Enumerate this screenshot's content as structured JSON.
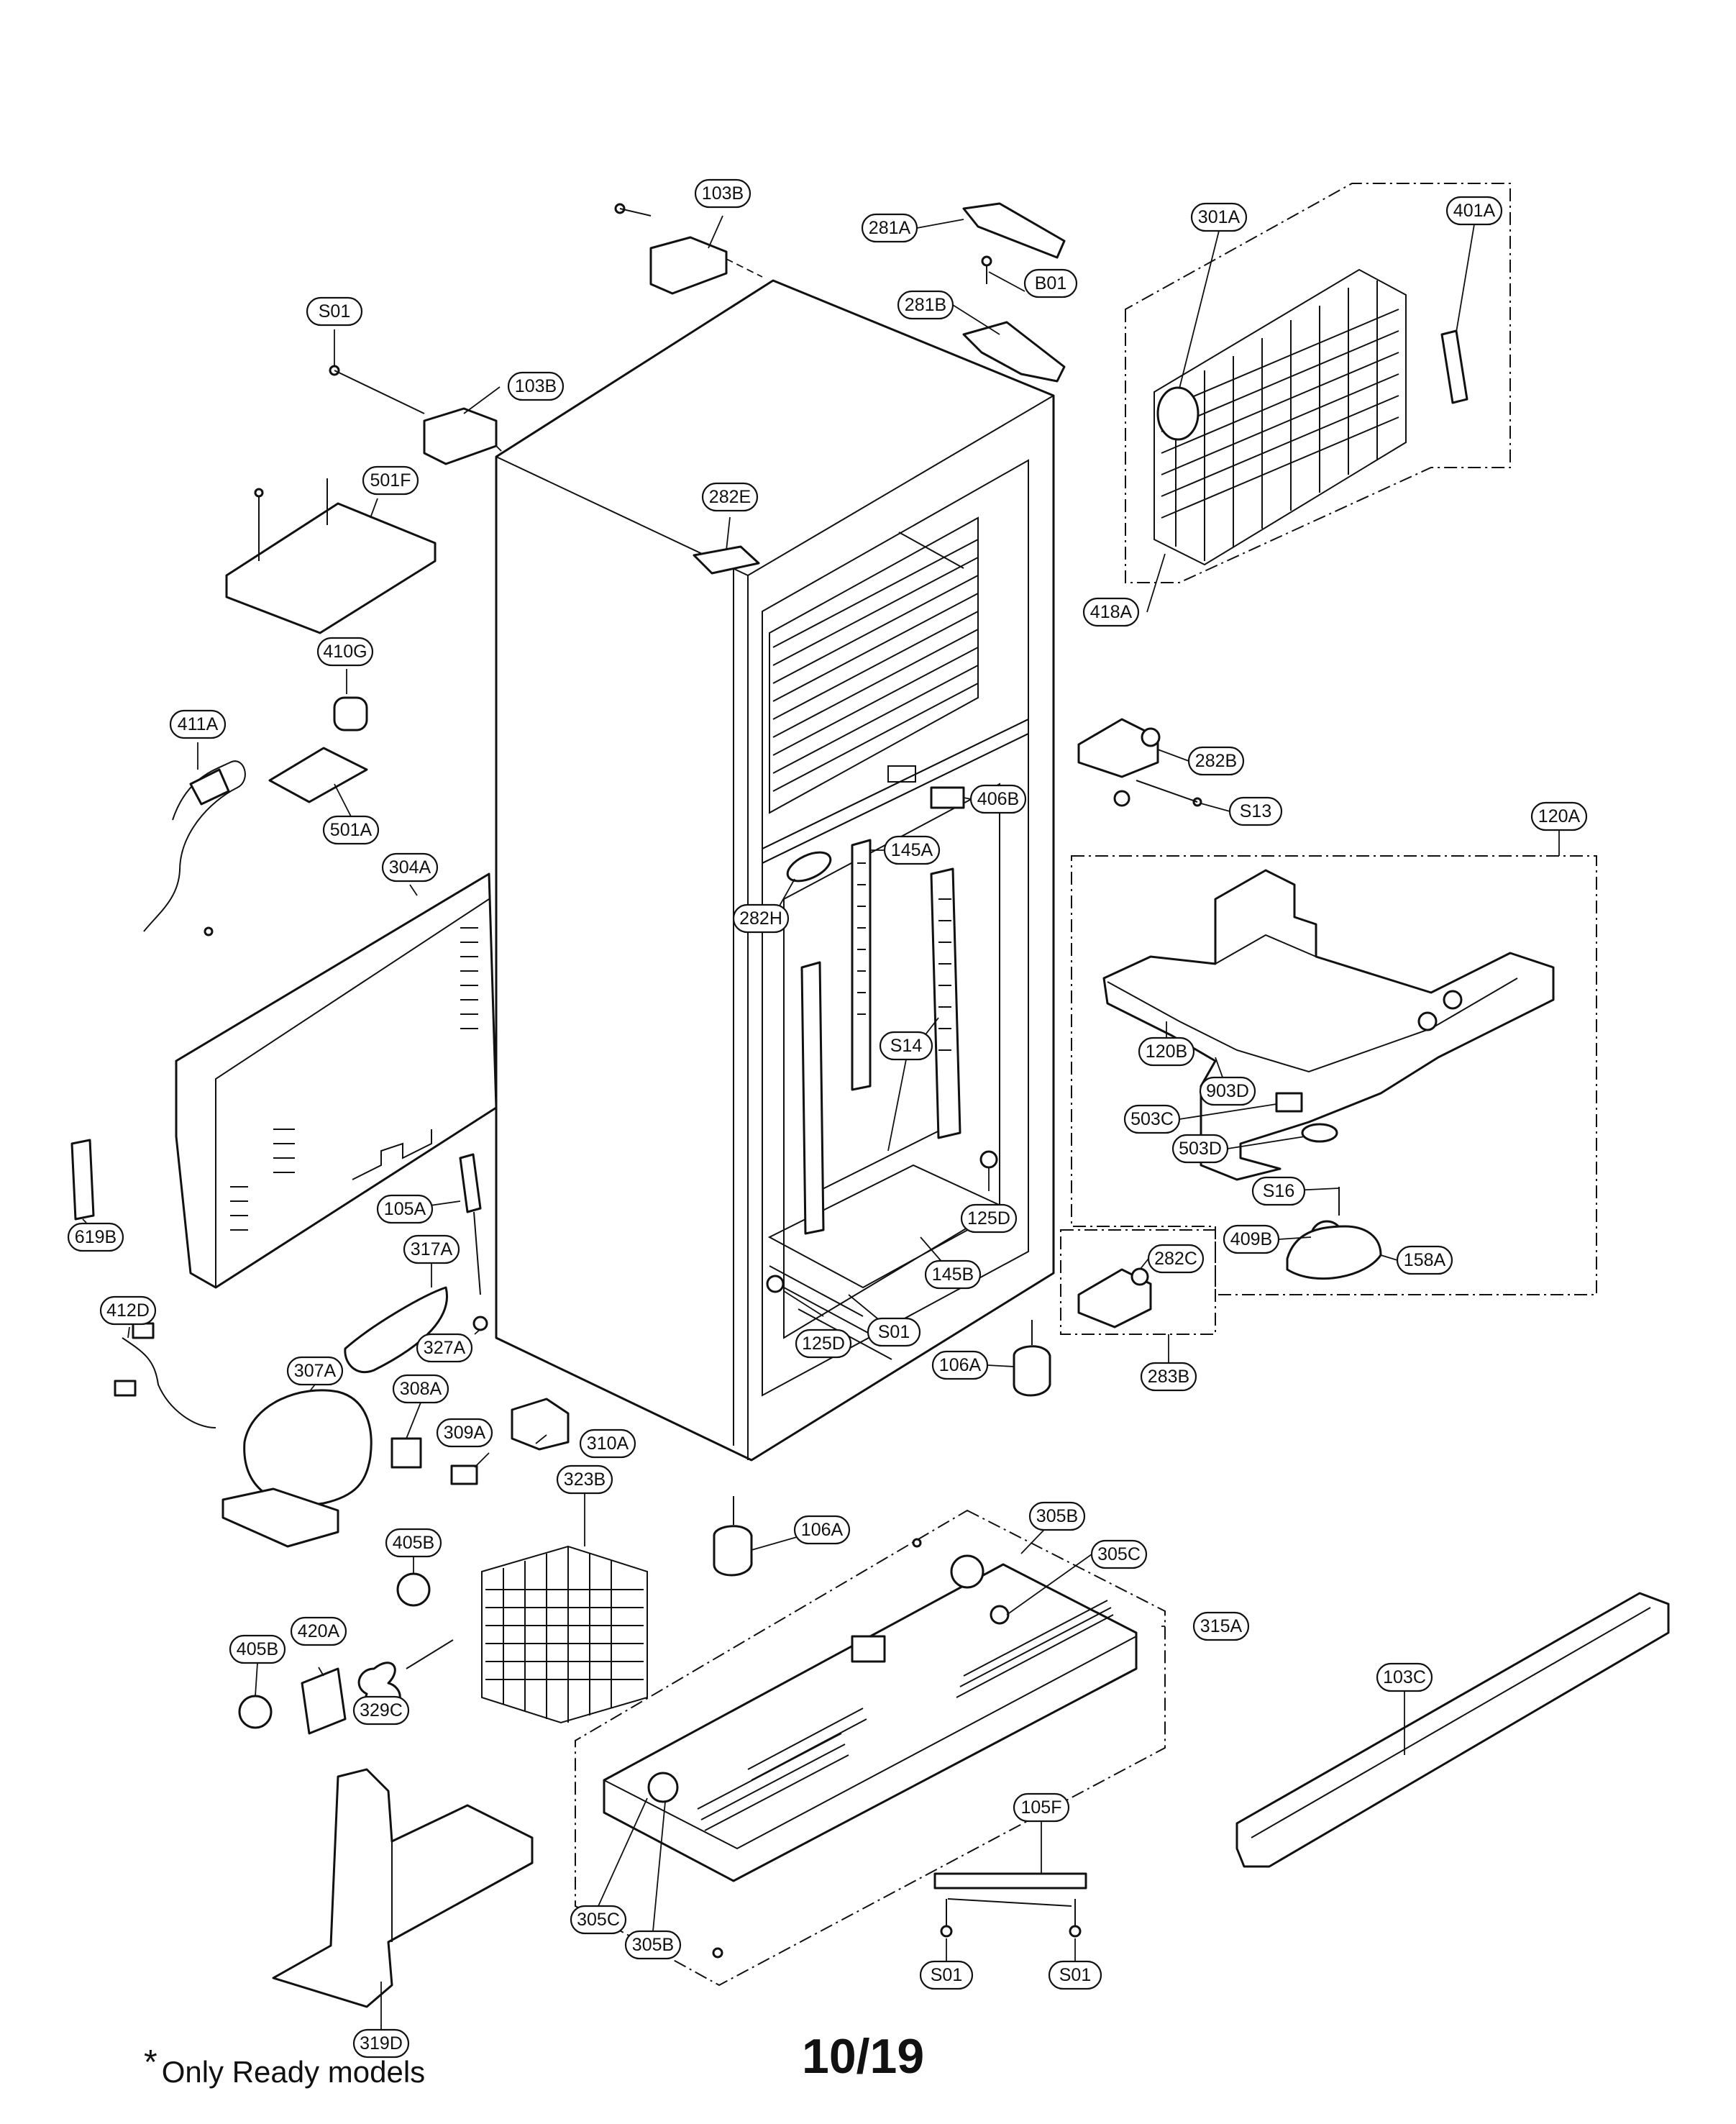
{
  "callouts": [
    {
      "id": "103B"
    },
    {
      "id": "S01"
    },
    {
      "id": "103B"
    },
    {
      "id": "501F"
    },
    {
      "id": "410G"
    },
    {
      "id": "411A"
    },
    {
      "id": "501A"
    },
    {
      "id": "304A"
    },
    {
      "id": "619B"
    },
    {
      "id": "105A"
    },
    {
      "id": "317A"
    },
    {
      "id": "412D"
    },
    {
      "id": "327A"
    },
    {
      "id": "307A"
    },
    {
      "id": "308A"
    },
    {
      "id": "309A"
    },
    {
      "id": "310A"
    },
    {
      "id": "323B"
    },
    {
      "id": "405B"
    },
    {
      "id": "405B"
    },
    {
      "id": "420A"
    },
    {
      "id": "329C"
    },
    {
      "id": "319D"
    },
    {
      "id": "281A"
    },
    {
      "id": "B01"
    },
    {
      "id": "281B"
    },
    {
      "id": "301A"
    },
    {
      "id": "401A"
    },
    {
      "id": "418A"
    },
    {
      "id": "282E"
    },
    {
      "id": "282B"
    },
    {
      "id": "S13"
    },
    {
      "id": "406B"
    },
    {
      "id": "145A"
    },
    {
      "id": "282H"
    },
    {
      "id": "S14"
    },
    {
      "id": "125D"
    },
    {
      "id": "145B"
    },
    {
      "id": "S01"
    },
    {
      "id": "125D"
    },
    {
      "id": "106A"
    },
    {
      "id": "106A"
    },
    {
      "id": "120A"
    },
    {
      "id": "120B"
    },
    {
      "id": "903D"
    },
    {
      "id": "503C"
    },
    {
      "id": "503D"
    },
    {
      "id": "S16"
    },
    {
      "id": "409B"
    },
    {
      "id": "158A"
    },
    {
      "id": "282C"
    },
    {
      "id": "283B"
    },
    {
      "id": "305B"
    },
    {
      "id": "305C"
    },
    {
      "id": "315A"
    },
    {
      "id": "103C"
    },
    {
      "id": "105F"
    },
    {
      "id": "305C"
    },
    {
      "id": "305B"
    },
    {
      "id": "S01"
    },
    {
      "id": "S01"
    }
  ],
  "footnote": {
    "star": "*",
    "text": "Only Ready models"
  },
  "page_number": "10/19",
  "colors": {
    "line": "#111111",
    "background": "#ffffff"
  }
}
